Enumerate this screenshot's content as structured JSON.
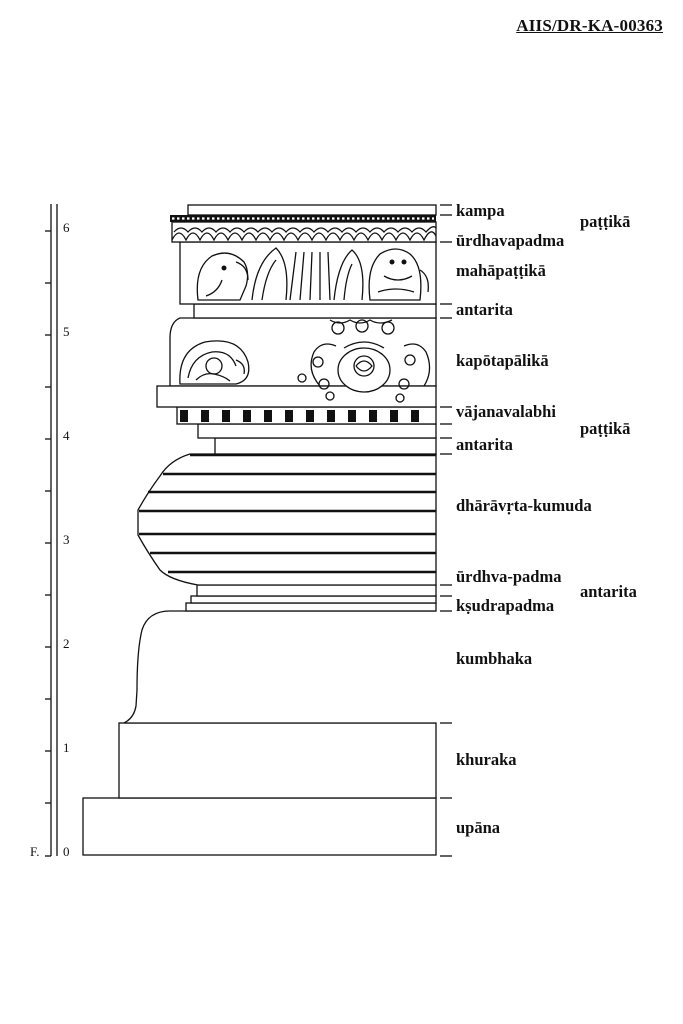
{
  "reference_code": "AIIS/DR-KA-00363",
  "scale": {
    "floor_label": "F.",
    "ticks": [
      "0",
      "1",
      "2",
      "3",
      "4",
      "5",
      "6"
    ]
  },
  "mouldings": [
    {
      "key": "kampa",
      "label": "kampa"
    },
    {
      "key": "urdhvapadma_top",
      "label": "ūrdhavapadma"
    },
    {
      "key": "mahapattika",
      "label": "mahāpaṭṭikā"
    },
    {
      "key": "antarita_top",
      "label": "antarita"
    },
    {
      "key": "kapotapalika",
      "label": "kapōtapālikā"
    },
    {
      "key": "vajanavalabhi",
      "label": "vājanavalabhi"
    },
    {
      "key": "antarita_mid",
      "label": "antarita"
    },
    {
      "key": "dharavrta_kumuda",
      "label": "dhārāvṛta-kumuda"
    },
    {
      "key": "urdhva_padma",
      "label": "ūrdhva-padma"
    },
    {
      "key": "ksudrapadma",
      "label": "kṣudrapadma"
    },
    {
      "key": "kumbhaka",
      "label": "kumbhaka"
    },
    {
      "key": "khuraka",
      "label": "khuraka"
    },
    {
      "key": "upana",
      "label": "upāna"
    }
  ],
  "group_labels": {
    "pattika_top": "paṭṭikā",
    "pattika_mid": "paṭṭikā",
    "antarita_side": "antarita"
  },
  "carved_motifs": [
    "elephant-head",
    "foliage",
    "lion",
    "vase-with-foliage",
    "lion-medallion"
  ]
}
